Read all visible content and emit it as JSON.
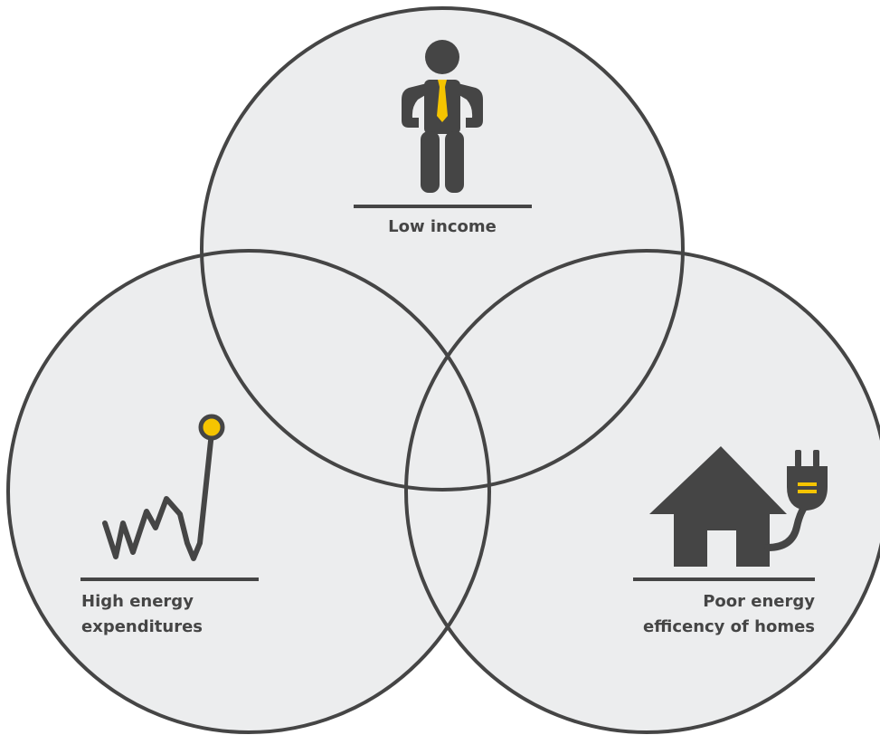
{
  "colors": {
    "fill": "#ecedee",
    "stroke": "#454545",
    "accent": "#f5c400"
  },
  "sets": [
    {
      "id": "top",
      "label_lines": [
        "Low income"
      ],
      "icon": "businessman-icon"
    },
    {
      "id": "left",
      "label_lines": [
        "High energy",
        "expenditures"
      ],
      "icon": "rising-graph-icon"
    },
    {
      "id": "right",
      "label_lines": [
        "Poor energy",
        "efficency of homes"
      ],
      "icon": "house-plug-icon"
    }
  ]
}
